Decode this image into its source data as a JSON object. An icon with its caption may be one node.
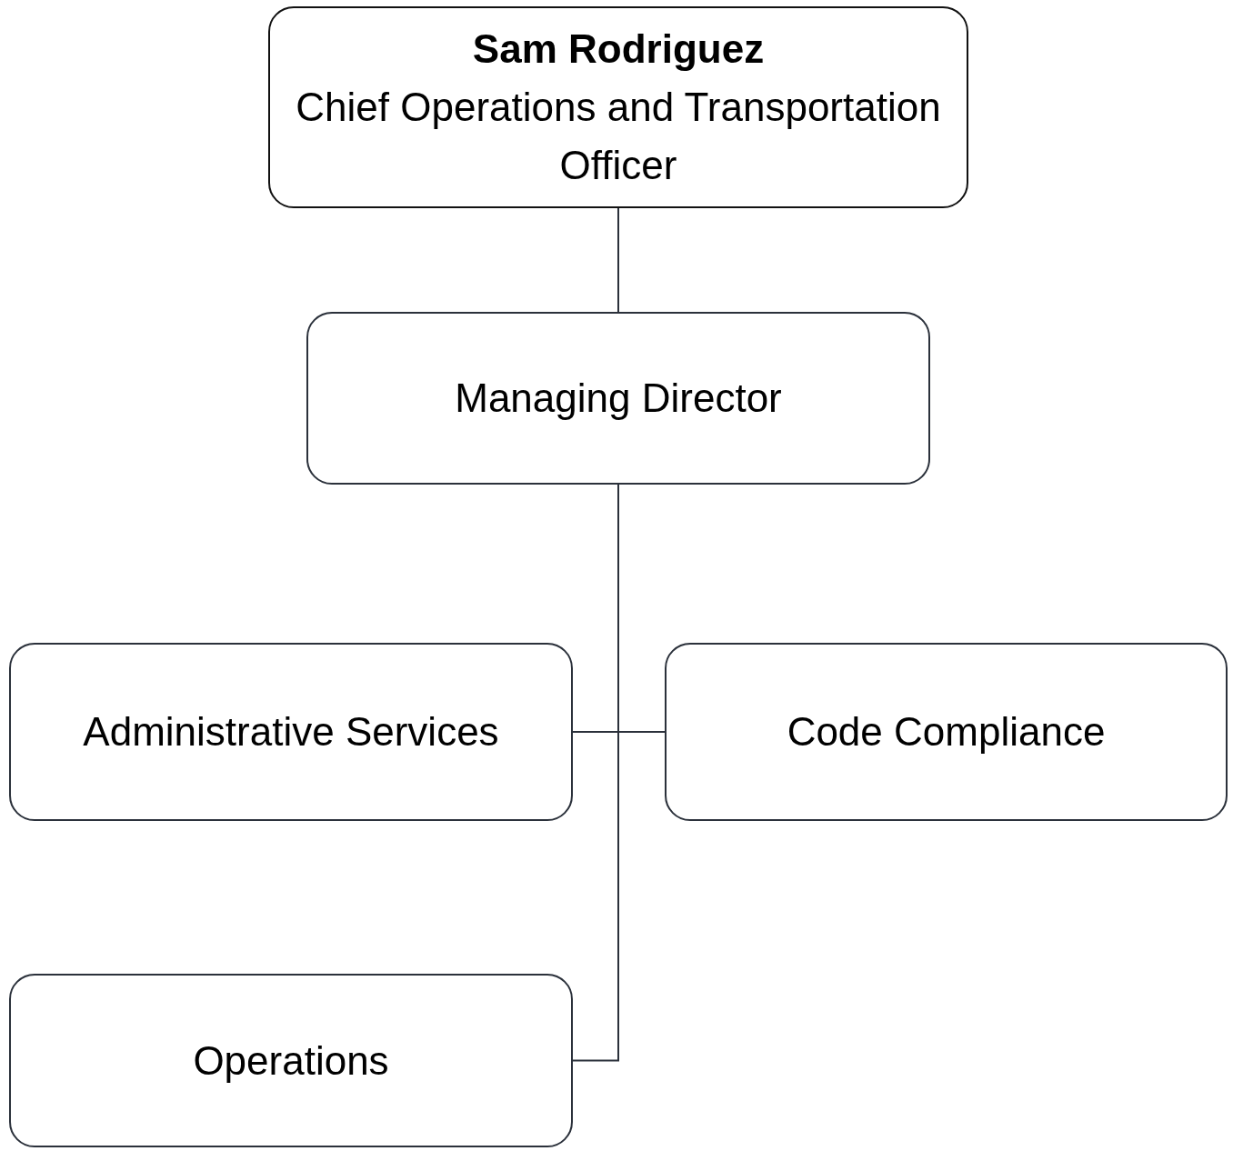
{
  "diagram": {
    "nodes": [
      {
        "text": [
          "Sam Rodriguez",
          "Chief Operations and Transportation Officer"
        ]
      },
      {
        "text": [
          "Managing Director"
        ]
      },
      {
        "text": [
          "Administrative Services"
        ]
      },
      {
        "text": [
          "Code Compliance"
        ]
      },
      {
        "text": [
          "Operations"
        ]
      }
    ],
    "edges": [
      {
        "from": 0,
        "to": 1,
        "arrow": "none"
      },
      {
        "from": 1,
        "to": 2,
        "arrow": "none"
      },
      {
        "from": 1,
        "to": 3,
        "arrow": "none"
      },
      {
        "from": 1,
        "to": 4,
        "arrow": "none"
      }
    ]
  }
}
